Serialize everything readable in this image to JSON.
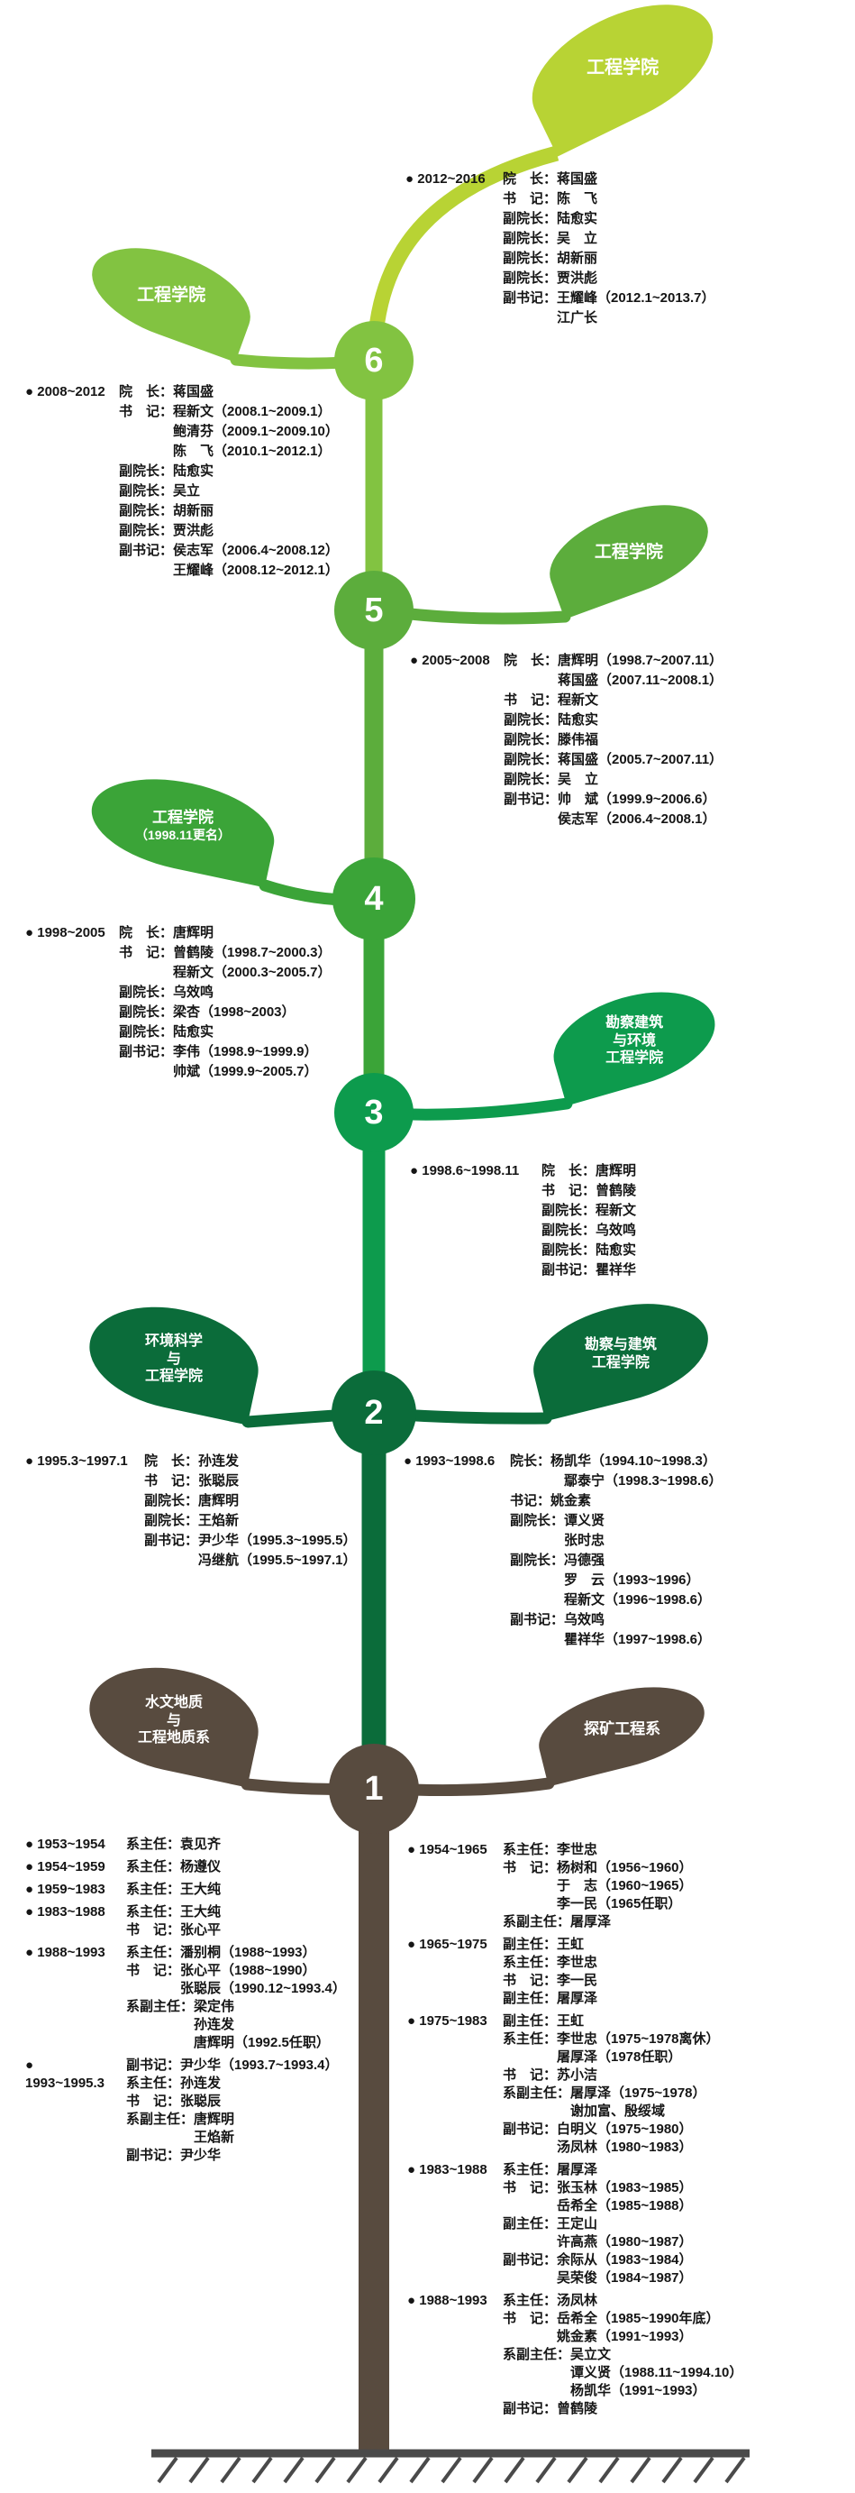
{
  "palette": {
    "department_brown": "#584B3F",
    "dark_green": "#0B6C3A",
    "emerald_green": "#0D9B4D",
    "green": "#3BA438",
    "medium_green": "#5CAD3C",
    "light_green": "#82C341",
    "yellow_green": "#B8D334",
    "ground_gray": "#4A4A4A",
    "text_black": "#151515"
  },
  "node_numbers": [
    "1",
    "2",
    "3",
    "4",
    "5",
    "6"
  ],
  "leaves": {
    "top": {
      "lines": [
        "工程学院"
      ]
    },
    "l6": {
      "lines": [
        "工程学院"
      ]
    },
    "l5": {
      "lines": [
        "工程学院"
      ]
    },
    "l4": {
      "lines": [
        "工程学院",
        "（1998.11更名）"
      ]
    },
    "l3": {
      "lines": [
        "勘察建筑",
        "与环境",
        "工程学院"
      ]
    },
    "l2L": {
      "lines": [
        "环境科学",
        "与",
        "工程学院"
      ]
    },
    "l2R": {
      "lines": [
        "勘察与建筑",
        "工程学院"
      ]
    },
    "l1L": {
      "lines": [
        "水文地质",
        "与",
        "工程地质系"
      ]
    },
    "l1R": {
      "lines": [
        "探矿工程系"
      ]
    }
  },
  "blocks": {
    "p2012": {
      "rows": [
        {
          "y": "● 2012~2016",
          "t": "院　长：蒋国盛"
        },
        {
          "t": "书　记：陈　飞"
        },
        {
          "t": "副院长：陆愈实"
        },
        {
          "t": "副院长：吴　立"
        },
        {
          "t": "副院长：胡新丽"
        },
        {
          "t": "副院长：贾洪彪"
        },
        {
          "t": "副书记：王耀峰（2012.1~2013.7）"
        },
        {
          "t": "江广长",
          "ind": 2
        }
      ]
    },
    "p2008": {
      "rows": [
        {
          "y": "● 2008~2012",
          "t": "院　长：蒋国盛"
        },
        {
          "t": "书　记：程新文（2008.1~2009.1）"
        },
        {
          "t": "鲍清芬（2009.1~2009.10）",
          "ind": 2
        },
        {
          "t": "陈　飞（2010.1~2012.1）",
          "ind": 2
        },
        {
          "t": "副院长：陆愈实"
        },
        {
          "t": "副院长：吴立"
        },
        {
          "t": "副院长：胡新丽"
        },
        {
          "t": "副院长：贾洪彪"
        },
        {
          "t": "副书记：侯志军（2006.4~2008.12）"
        },
        {
          "t": "王耀峰（2008.12~2012.1）",
          "ind": 2
        }
      ]
    },
    "p2005": {
      "rows": [
        {
          "y": "● 2005~2008",
          "t": "院　长：唐辉明（1998.7~2007.11）"
        },
        {
          "t": "蒋国盛（2007.11~2008.1）",
          "ind": 2
        },
        {
          "t": "书　记：程新文"
        },
        {
          "t": "副院长：陆愈实"
        },
        {
          "t": "副院长：滕伟福"
        },
        {
          "t": "副院长：蒋国盛（2005.7~2007.11）"
        },
        {
          "t": "副院长：吴　立"
        },
        {
          "t": "副书记：帅　斌（1999.9~2006.6）"
        },
        {
          "t": "侯志军（2006.4~2008.1）",
          "ind": 2
        }
      ]
    },
    "p1998_2005": {
      "rows": [
        {
          "y": "● 1998~2005",
          "t": "院　长：唐辉明"
        },
        {
          "t": "书　记：曾鹤陵（1998.7~2000.3）"
        },
        {
          "t": "程新文（2000.3~2005.7）",
          "ind": 2
        },
        {
          "t": "副院长：乌效鸣"
        },
        {
          "t": "副院长：梁杏（1998~2003）"
        },
        {
          "t": "副院长：陆愈实"
        },
        {
          "t": "副书记：李伟（1998.9~1999.9）"
        },
        {
          "t": "帅斌（1999.9~2005.7）",
          "ind": 2
        }
      ]
    },
    "p1998_6": {
      "rows": [
        {
          "y": "● 1998.6~1998.11",
          "t": "院　长：唐辉明"
        },
        {
          "t": "书　记：曾鹤陵"
        },
        {
          "t": "副院长：程新文"
        },
        {
          "t": "副院长：乌效鸣"
        },
        {
          "t": "副院长：陆愈实"
        },
        {
          "t": "副书记：瞿祥华"
        }
      ]
    },
    "p1995": {
      "rows": [
        {
          "y": "● 1995.3~1997.1",
          "t": "院　长：孙连发"
        },
        {
          "t": "书　记：张聪辰"
        },
        {
          "t": "副院长：唐辉明"
        },
        {
          "t": "副院长：王焰新"
        },
        {
          "t": "副书记：尹少华（1995.3~1995.5）"
        },
        {
          "t": "冯继航（1995.5~1997.1）",
          "ind": 2
        }
      ]
    },
    "p1993_1998": {
      "rows": [
        {
          "y": "● 1993~1998.6",
          "t": "院长：杨凯华（1994.10~1998.3）"
        },
        {
          "t": "鄢泰宁（1998.3~1998.6）",
          "ind": 2
        },
        {
          "t": "书记：姚金素"
        },
        {
          "t": "副院长：谭义贤"
        },
        {
          "t": "张时忠",
          "ind": 2
        },
        {
          "t": "副院长：冯德强"
        },
        {
          "t": "罗　云（1993~1996）",
          "ind": 2
        },
        {
          "t": "程新文（1996~1998.6）",
          "ind": 2
        },
        {
          "t": "副书记：乌效鸣"
        },
        {
          "t": "瞿祥华（1997~1998.6）",
          "ind": 2
        }
      ]
    },
    "dept_left": {
      "rows": [
        {
          "y": "● 1953~1954",
          "t": "系主任：袁见齐"
        },
        {
          "y": "● 1954~1959",
          "t": "系主任：杨遵仪"
        },
        {
          "y": "● 1959~1983",
          "t": "系主任：王大纯"
        },
        {
          "y": "● 1983~1988",
          "t": "系主任：王大纯"
        },
        {
          "t": "书　记：张心平"
        },
        {
          "y": "● 1988~1993",
          "t": "系主任：潘别桐（1988~1993）"
        },
        {
          "t": "书　记：张心平（1988~1990）"
        },
        {
          "t": "张聪辰（1990.12~1993.4）",
          "ind": 2
        },
        {
          "t": "系副主任：梁定伟"
        },
        {
          "t": "孙连发",
          "ind": 3
        },
        {
          "t": "唐辉明（1992.5任职）",
          "ind": 3
        },
        {
          "y": "●",
          "t": "副书记：尹少华（1993.7~1993.4）"
        },
        {
          "y": "1993~1995.3",
          "t": "系主任：孙连发"
        },
        {
          "t": "书　记：张聪辰"
        },
        {
          "t": "系副主任：唐辉明"
        },
        {
          "t": "王焰新",
          "ind": 3
        },
        {
          "t": "副书记：尹少华"
        }
      ]
    },
    "dept_right": {
      "rows": [
        {
          "y": "● 1954~1965",
          "t": "系主任：李世忠"
        },
        {
          "t": "书　记：杨树和（1956~1960）"
        },
        {
          "t": "于　志（1960~1965）",
          "ind": 2
        },
        {
          "t": "李一民（1965任职）",
          "ind": 2
        },
        {
          "t": "系副主任：屠厚泽"
        },
        {
          "y": "● 1965~1975",
          "t": "副主任：王虹"
        },
        {
          "t": "系主任：李世忠"
        },
        {
          "t": "书　记：李一民"
        },
        {
          "t": "副主任：屠厚泽"
        },
        {
          "y": "● 1975~1983",
          "t": "副主任：王虹"
        },
        {
          "t": "系主任：李世忠（1975~1978离休）"
        },
        {
          "t": "屠厚泽（1978任职）",
          "ind": 2
        },
        {
          "t": "书　记：苏小洁"
        },
        {
          "t": "系副主任：屠厚泽（1975~1978）"
        },
        {
          "t": "谢加富、殷绥域",
          "ind": 3
        },
        {
          "t": "副书记：白明义（1975~1980）"
        },
        {
          "t": "汤凤林（1980~1983）",
          "ind": 2
        },
        {
          "y": "● 1983~1988",
          "t": "系主任：屠厚泽"
        },
        {
          "t": "书　记：张玉林（1983~1985）"
        },
        {
          "t": "岳希全（1985~1988）",
          "ind": 2
        },
        {
          "t": "副主任：王定山"
        },
        {
          "t": "许高燕（1980~1987）",
          "ind": 2
        },
        {
          "t": "副书记：余际从（1983~1984）"
        },
        {
          "t": "吴荣俊（1984~1987）",
          "ind": 2
        },
        {
          "y": "● 1988~1993",
          "t": "系主任：汤凤林"
        },
        {
          "t": "书　记：岳希全（1985~1990年底）"
        },
        {
          "t": "姚金素（1991~1993）",
          "ind": 2
        },
        {
          "t": "系副主任：吴立文"
        },
        {
          "t": "谭义贤（1988.11~1994.10）",
          "ind": 3
        },
        {
          "t": "杨凯华（1991~1993）",
          "ind": 3
        },
        {
          "t": "副书记：曾鹤陵"
        }
      ]
    }
  }
}
